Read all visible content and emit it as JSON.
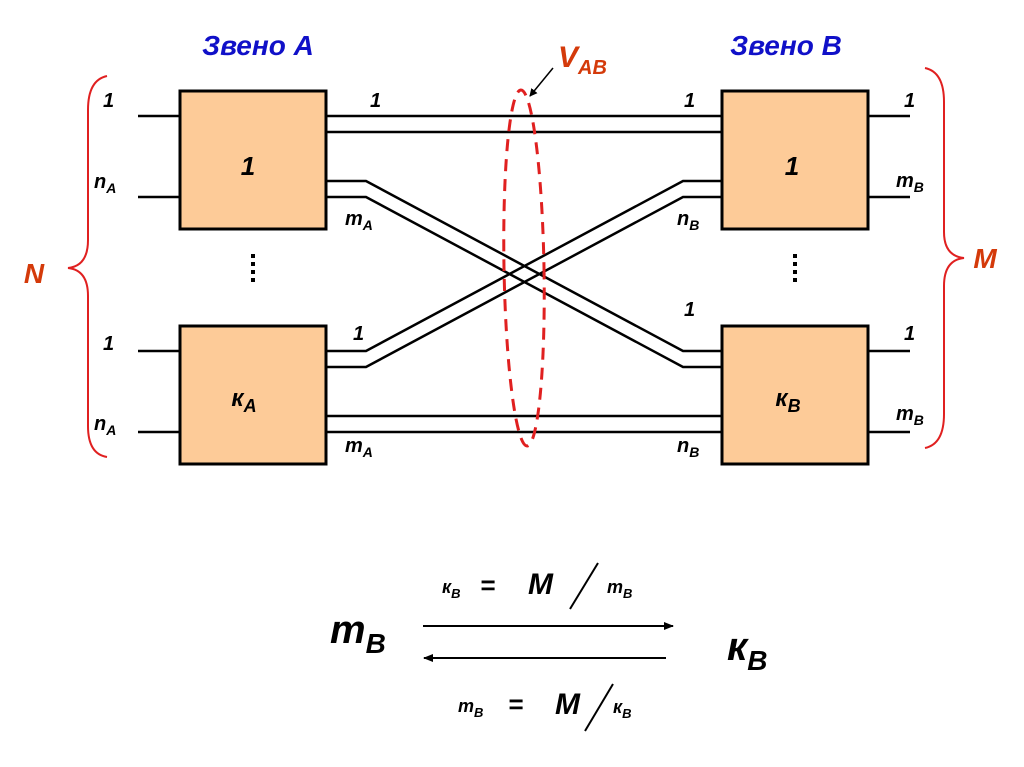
{
  "titles": {
    "stage_a": "Звено A",
    "stage_b": "Звено B"
  },
  "colors": {
    "title": "#1010c8",
    "accent": "#d43a0a",
    "box_fill": "#fdcb98",
    "line": "#000000",
    "ellipse": "#e02020"
  },
  "links_label": {
    "main": "V",
    "sub": "AB"
  },
  "left_brace": {
    "label": "N"
  },
  "right_brace": {
    "label": "M"
  },
  "stage_a": {
    "box_top": {
      "main": "1",
      "sub": ""
    },
    "box_bottom": {
      "main": "к",
      "sub": "A"
    },
    "inputs": [
      {
        "main": "1",
        "sub": ""
      },
      {
        "main": "n",
        "sub": "A"
      },
      {
        "main": "1",
        "sub": ""
      },
      {
        "main": "n",
        "sub": "A"
      }
    ],
    "outputs": [
      {
        "main": "1",
        "sub": ""
      },
      {
        "main": "m",
        "sub": "A"
      },
      {
        "main": "1",
        "sub": ""
      },
      {
        "main": "m",
        "sub": "A"
      }
    ],
    "ellipsis": "⋮"
  },
  "stage_b": {
    "box_top": {
      "main": "1",
      "sub": ""
    },
    "box_bottom": {
      "main": "к",
      "sub": "B"
    },
    "inputs": [
      {
        "main": "1",
        "sub": ""
      },
      {
        "main": "n",
        "sub": "B"
      },
      {
        "main": "1",
        "sub": ""
      },
      {
        "main": "n",
        "sub": "B"
      }
    ],
    "outputs": [
      {
        "main": "1",
        "sub": ""
      },
      {
        "main": "m",
        "sub": "B"
      },
      {
        "main": "1",
        "sub": ""
      },
      {
        "main": "m",
        "sub": "B"
      }
    ],
    "ellipsis": "⋮"
  },
  "formula": {
    "left": {
      "main": "m",
      "sub": "B"
    },
    "right": {
      "main": "к",
      "sub": "B"
    },
    "top": {
      "lhs_main": "к",
      "lhs_sub": "B",
      "eq": "=",
      "num": "M",
      "den_main": "m",
      "den_sub": "B"
    },
    "bottom": {
      "lhs_main": "m",
      "lhs_sub": "B",
      "eq": "=",
      "num": "M",
      "den_main": "к",
      "den_sub": "B"
    }
  }
}
